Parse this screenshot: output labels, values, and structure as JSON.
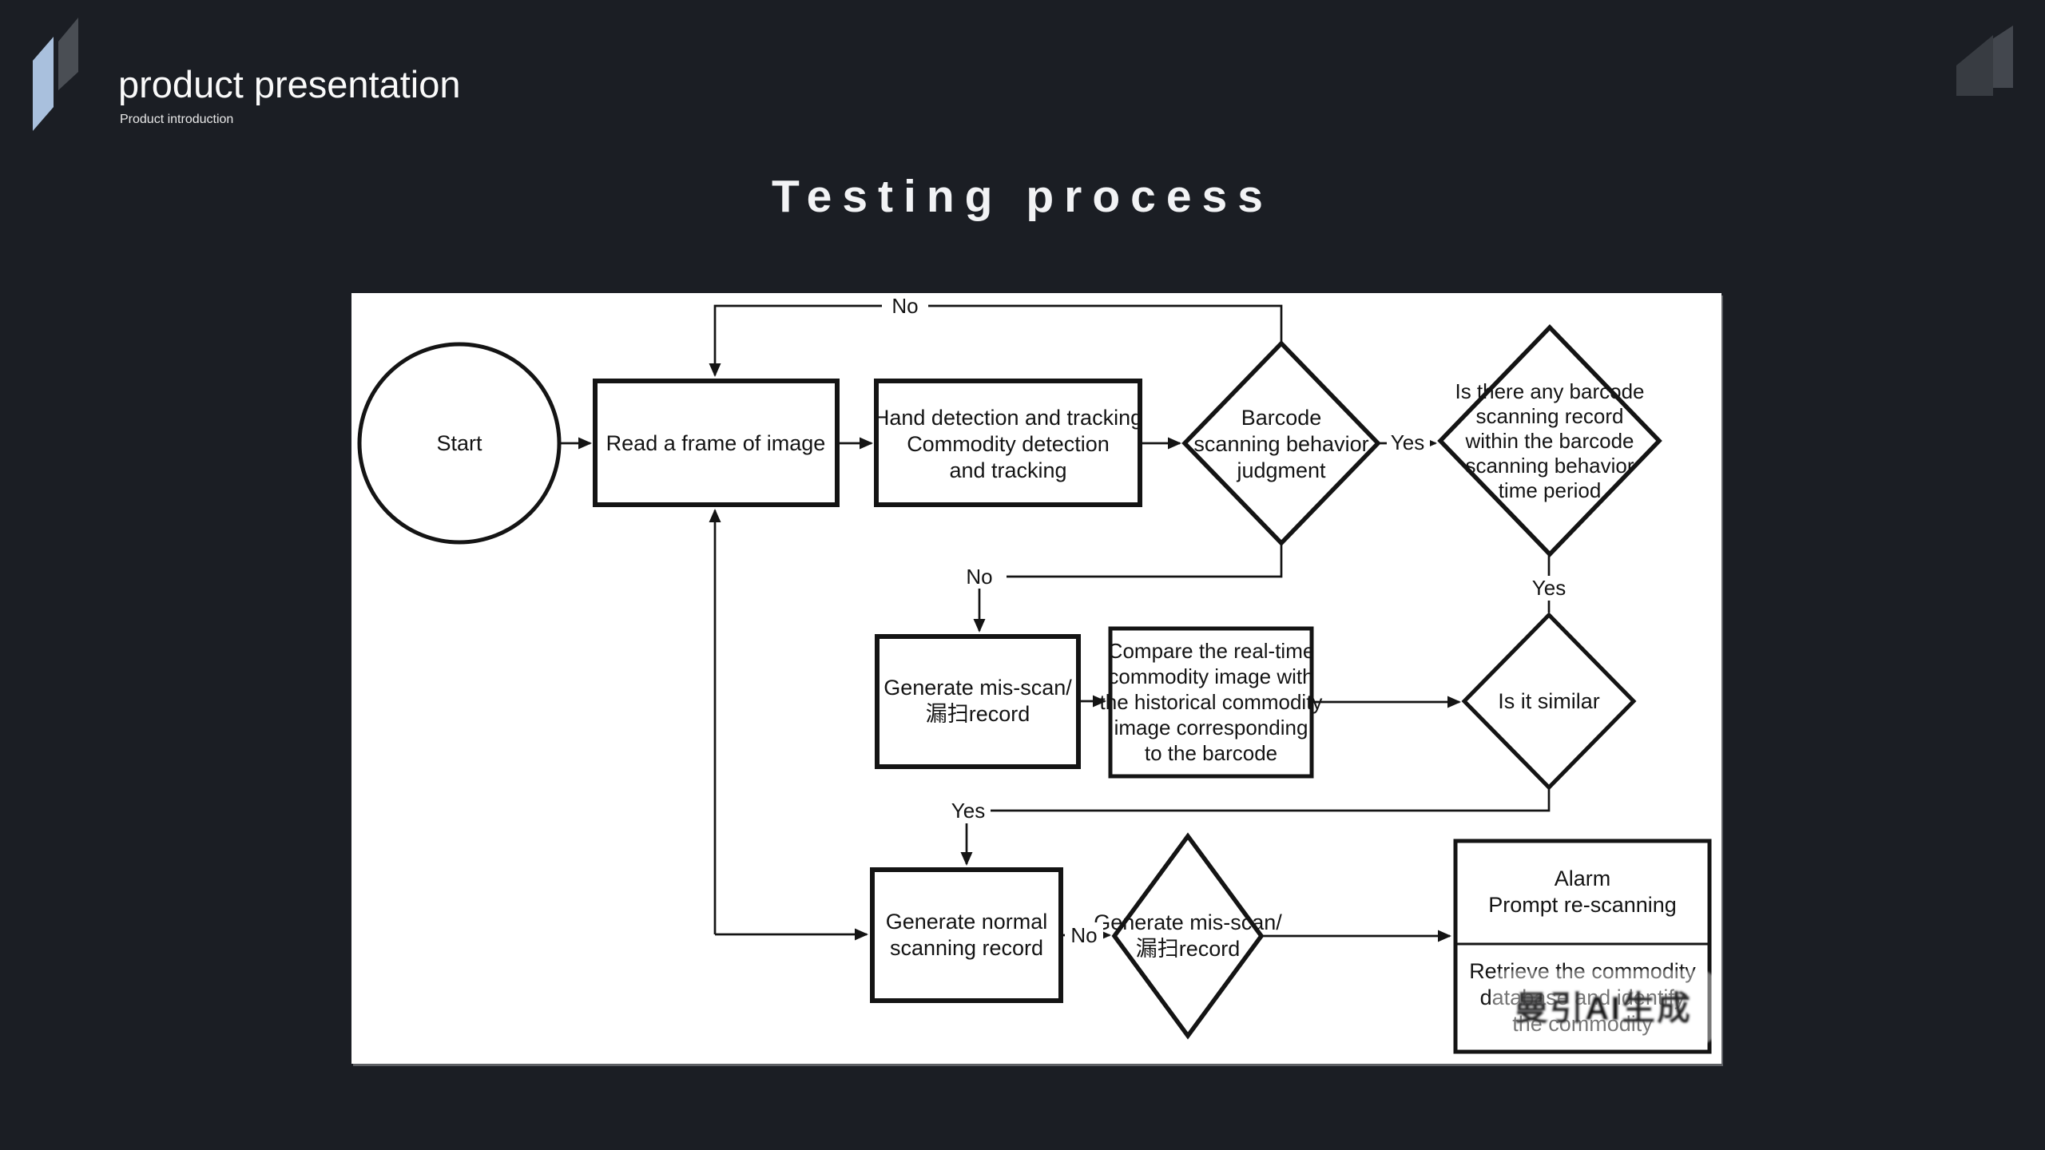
{
  "header": {
    "logo_title": "product presentation",
    "logo_subtitle": "Product introduction"
  },
  "slide": {
    "title": "Testing process"
  },
  "flowchart": {
    "nodes": {
      "start": {
        "label": "Start"
      },
      "read_frame": {
        "label": "Read a frame of image"
      },
      "hand_detection": {
        "lines": [
          "Hand detection and tracking",
          "Commodity detection",
          "and tracking"
        ]
      },
      "barcode_judgment": {
        "lines": [
          "Barcode",
          "scanning behavior",
          "judgment"
        ]
      },
      "record_exists": {
        "lines": [
          "Is there any barcode",
          "scanning record",
          "within the barcode",
          "scanning behavior",
          "time period"
        ]
      },
      "generate_mis_scan": {
        "lines": [
          "Generate mis-scan/",
          "漏扫record"
        ]
      },
      "compare_images": {
        "lines": [
          "Compare the real-time",
          "commodity image with",
          "the historical commodity",
          "image corresponding",
          "to the barcode"
        ]
      },
      "is_similar": {
        "label": "Is it similar"
      },
      "generate_normal": {
        "lines": [
          "Generate normal",
          "scanning record"
        ]
      },
      "generate_mis_scan_2": {
        "lines": [
          "Generate mis-scan/",
          "漏扫record"
        ]
      },
      "alarm": {
        "lines": [
          "Alarm",
          "Prompt re-scanning"
        ]
      },
      "retrieve": {
        "lines": [
          "Retrieve the commodity",
          "database and identify",
          "the commodity"
        ]
      }
    },
    "edge_labels": {
      "no_top": "No",
      "no_mid": "No",
      "no_bottom": "No",
      "yes_right": "Yes",
      "yes_mid": "Yes",
      "yes_bottom": "Yes"
    }
  },
  "watermark": {
    "text": "曼引AI生成"
  },
  "colors": {
    "background": "#1b1e24",
    "panel": "#ffffff",
    "ink": "#141414",
    "logo_blue": "#a9c0dd",
    "logo_gray": "#4a4e54",
    "corner_icon_gray": "#3c4046"
  }
}
